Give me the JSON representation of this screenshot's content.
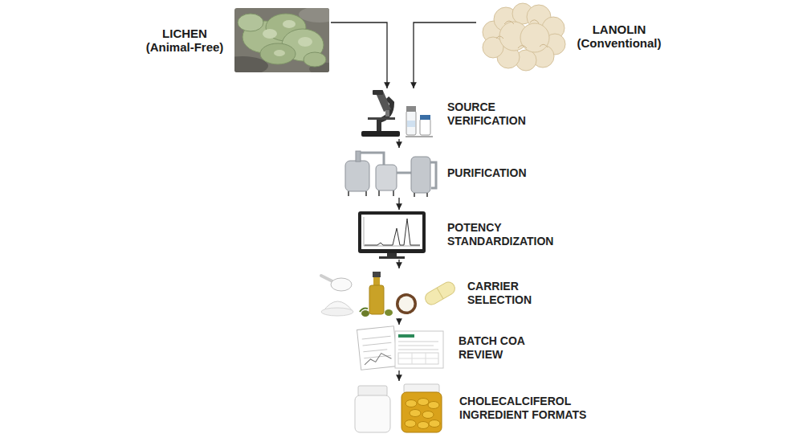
{
  "diagram": {
    "nodes": [
      {
        "text": [
          "LICHEN",
          "(Animal-Free)"
        ]
      },
      {
        "text": [
          "LANOLIN",
          "(Conventional)"
        ]
      },
      {
        "text": [
          "SOURCE VERIFICATION"
        ]
      },
      {
        "text": [
          "PURIFICATION"
        ]
      },
      {
        "text": [
          "POTENCY STANDARDIZATION"
        ]
      },
      {
        "text": [
          "CARRIER SELECTION"
        ]
      },
      {
        "text": [
          "BATCH COA REVIEW"
        ]
      },
      {
        "text": [
          "CHOLECALCIFEROL INGREDIENT FORMATS"
        ]
      }
    ],
    "edges": [
      {
        "from": 0,
        "to": 2,
        "arrow": "to"
      },
      {
        "from": 1,
        "to": 2,
        "arrow": "to"
      },
      {
        "from": 2,
        "to": 3,
        "arrow": "to"
      },
      {
        "from": 3,
        "to": 4,
        "arrow": "to"
      },
      {
        "from": 4,
        "to": 5,
        "arrow": "to"
      },
      {
        "from": 5,
        "to": 6,
        "arrow": "to"
      },
      {
        "from": 6,
        "to": 7,
        "arrow": "to"
      }
    ]
  }
}
